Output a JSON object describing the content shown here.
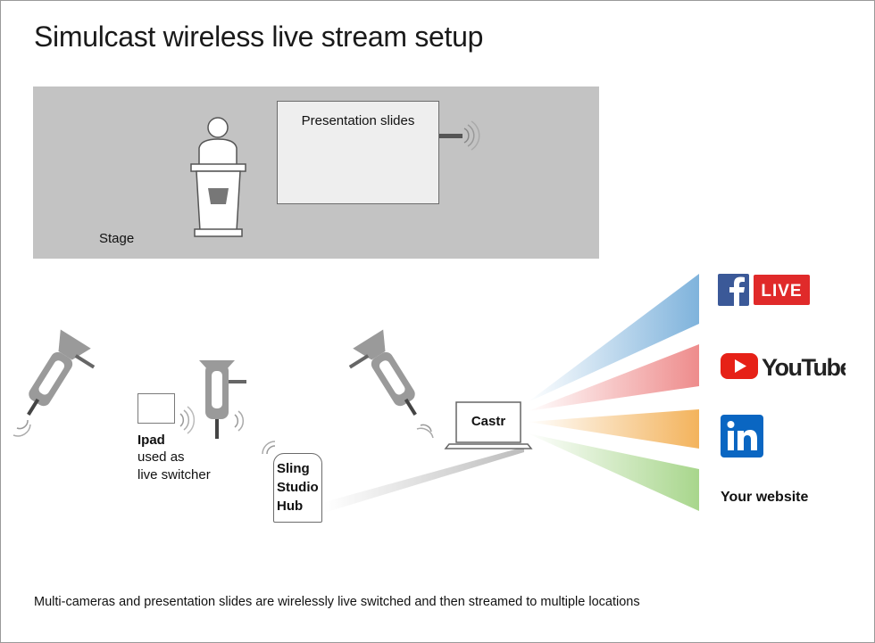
{
  "title": "Simulcast wireless live stream setup",
  "stage": {
    "label": "Stage"
  },
  "slides": {
    "label": "Presentation slides"
  },
  "ipad": {
    "label": "Ipad",
    "sub1": "used as",
    "sub2": "live switcher"
  },
  "hub": {
    "lines": [
      "Sling",
      "Studio",
      "Hub"
    ]
  },
  "laptop": {
    "label": "Castr"
  },
  "destinations": {
    "facebook": {
      "icon": "facebook-icon",
      "badge": "LIVE",
      "color": "#3b5998",
      "badge_color": "#e02a2a"
    },
    "youtube": {
      "icon": "youtube-icon",
      "label": "YouTube",
      "color": "#e62117"
    },
    "linkedin": {
      "icon": "linkedin-icon",
      "color": "#0a66c2"
    },
    "website": {
      "label": "Your website"
    }
  },
  "beam_colors": [
    "#7fb3dc",
    "#ee8c8c",
    "#f3b35c",
    "#a8d68c"
  ],
  "caption": "Multi-cameras and presentation slides are wirelessly live switched and then streamed to multiple locations"
}
